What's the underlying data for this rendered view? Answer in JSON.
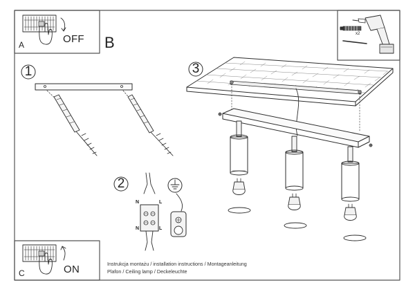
{
  "panel_a": {
    "letter": "A",
    "switch_text": "OFF",
    "icon": "power-switch-off-icon"
  },
  "panel_b": {
    "letter": "B"
  },
  "panel_c": {
    "letter": "C",
    "switch_text": "ON",
    "icon": "power-switch-on-icon"
  },
  "tools_panel": {
    "drill_icon": "cordless-drill-icon",
    "anchor_icon": "wall-anchor-icon",
    "quantity_label": "x2"
  },
  "steps": [
    {
      "number": "1",
      "description_icon": "mounting-bar-with-wall-plugs"
    },
    {
      "number": "2",
      "description_icon": "wiring-connector-and-earth-terminal"
    },
    {
      "number": "3",
      "description_icon": "ceiling-lamp-three-spotlights-assembly"
    }
  ],
  "wiring": {
    "left_terminal": "N",
    "right_terminal": "L",
    "ground_icon": "earth-ground-icon"
  },
  "caption": {
    "line1": "Instrukcja montażu / installation instructions / Montageanleitung",
    "line2": "Plafon / Ceiling lamp / Deckeleuchte"
  },
  "colors": {
    "line": "#2b2b2b",
    "frame": "#555555",
    "fill_light": "#f2f2f2"
  }
}
